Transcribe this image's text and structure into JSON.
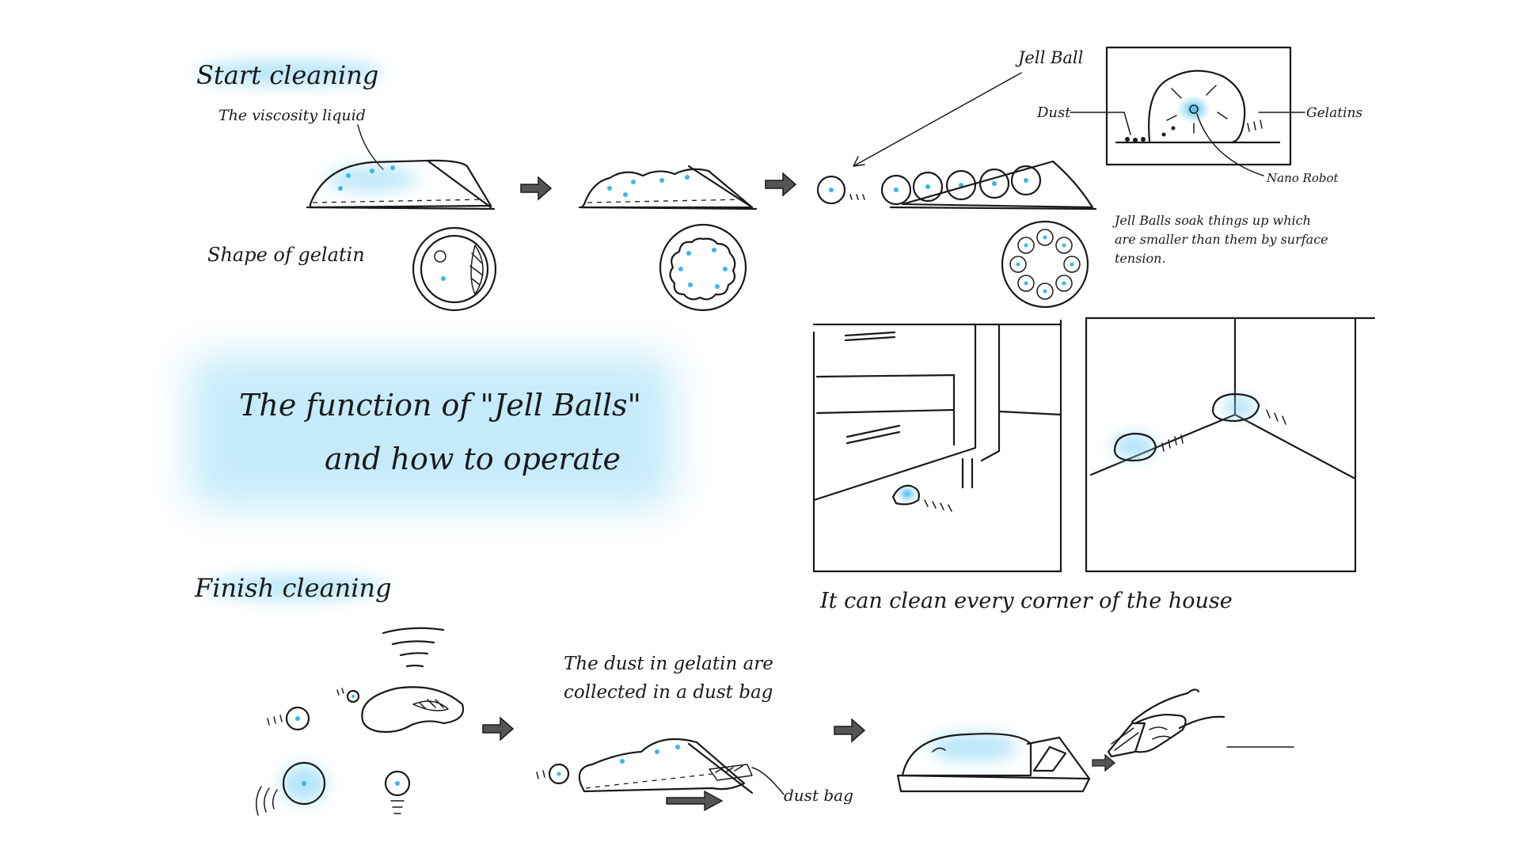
{
  "start": {
    "heading": "Start cleaning",
    "viscosity_label": "The viscosity liquid",
    "shape_label": "Shape of gelatin"
  },
  "callout": {
    "jell_ball": "Jell Ball",
    "dust": "Dust",
    "gelatins": "Gelatins",
    "nano_robot": "Nano Robot",
    "note_line1": "Jell Balls soak things up which",
    "note_line2": "are smaller than them by surface",
    "note_line3": "tension."
  },
  "title": {
    "line1": "The function of \"Jell Balls\"",
    "line2": "and how to operate"
  },
  "corner": {
    "caption": "It can clean every corner of the house"
  },
  "finish": {
    "heading": "Finish cleaning",
    "collect_line1": "The dust in gelatin are",
    "collect_line2": "collected in a dust bag",
    "dust_bag": "dust bag"
  },
  "colors": {
    "ink": "#1a1a1a",
    "glow": "#7fd3f5",
    "accent": "#39b6ea",
    "background": "#ffffff"
  }
}
